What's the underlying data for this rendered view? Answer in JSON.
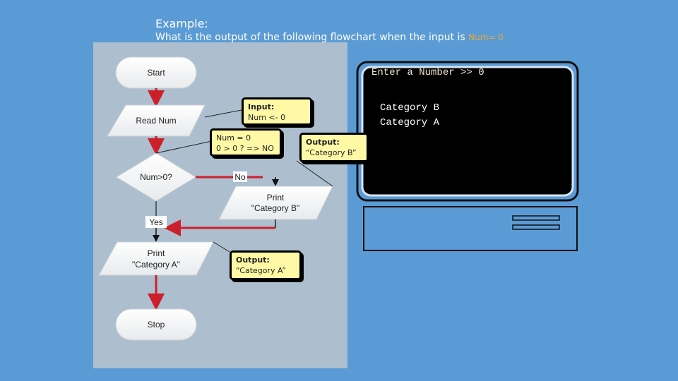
{
  "heading": {
    "title": "Example:",
    "question": "What is the output of the following flowchart when the input is",
    "input_highlight": "Num= 0"
  },
  "flowchart": {
    "start": "Start",
    "read": "Read Num",
    "decision": "Num>0?",
    "no_label": "No",
    "yes_label": "Yes",
    "print_b_line1": "Print",
    "print_b_line2": "\"Category B\"",
    "print_a_line1": "Print",
    "print_a_line2": "\"Category A\"",
    "stop": "Stop"
  },
  "callouts": {
    "input": {
      "label": "Input:",
      "text": "Num <- 0"
    },
    "eval": {
      "line1": "Num = 0",
      "line2": "0 > 0 ?  => NO"
    },
    "output_b": {
      "label": "Output:",
      "text": "“Category B”"
    },
    "output_a": {
      "label": "Output:",
      "text": "“Category A”"
    }
  },
  "terminal": {
    "prompt": "Enter a Number >> 0",
    "line1": "Category B",
    "line2": "Category A"
  },
  "colors": {
    "background": "#5b9bd5",
    "panel": "#adbfcf",
    "arrow": "#cc1f2b",
    "callout": "#fff9a6",
    "highlight": "#e8a83a"
  }
}
